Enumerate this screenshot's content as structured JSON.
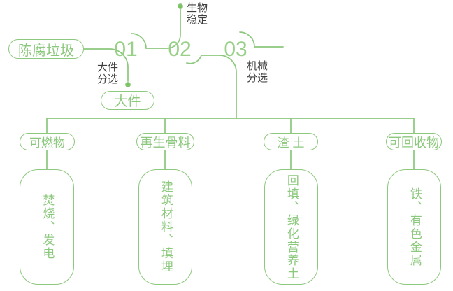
{
  "colors": {
    "green": "#8CC87D",
    "green_number": "#98D088",
    "dot": "#7CC362",
    "dark_text": "#3E3E3E",
    "background": "#FFFFFF"
  },
  "flow": {
    "source_label": "陈腐垃圾",
    "steps": [
      {
        "number": "01",
        "label": "大件分选",
        "branch_label": "大件"
      },
      {
        "number": "02",
        "label": "生物稳定"
      },
      {
        "number": "03",
        "label": "机械分选"
      }
    ],
    "categories": [
      {
        "name": "可燃物",
        "use": "焚烧、发电"
      },
      {
        "name": "再生骨料",
        "use": "建筑材料、填埋"
      },
      {
        "name": "渣土",
        "use": "回填、绿化营养土"
      },
      {
        "name": "可回收物",
        "use": "铁、有色金属"
      }
    ]
  }
}
